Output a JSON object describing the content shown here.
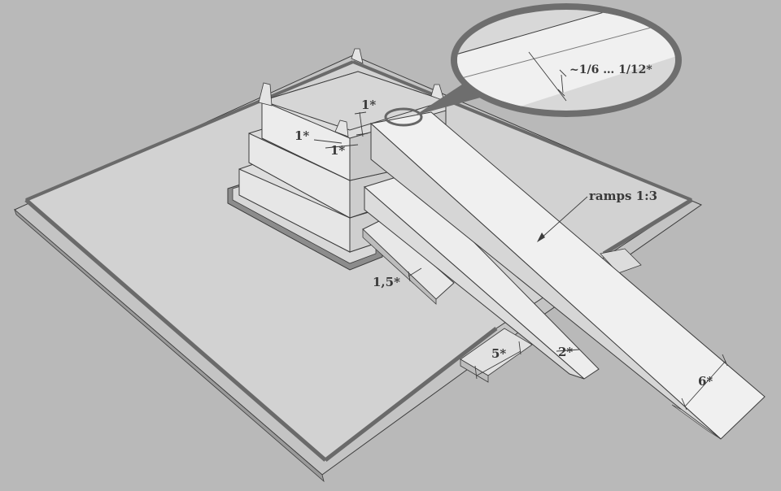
{
  "annotations": {
    "ramps": "ramps 1:3",
    "detail_ratio": "~1/6 … 1/12*",
    "top_step_height": "1*",
    "top_step_width": "1*",
    "top_step_depth": "1*",
    "lower_ramp_width": "1,5*",
    "side_ramp_width": "5*",
    "middle_ramp_width": "2*",
    "main_ramp_width": "6*"
  },
  "colors": {
    "background": "#b9b9b9",
    "platform_top": "#d2d2d2",
    "ramp_top": "#ececec",
    "edges": "#3c3c3c",
    "callout_fill": "#6e6e6e"
  }
}
